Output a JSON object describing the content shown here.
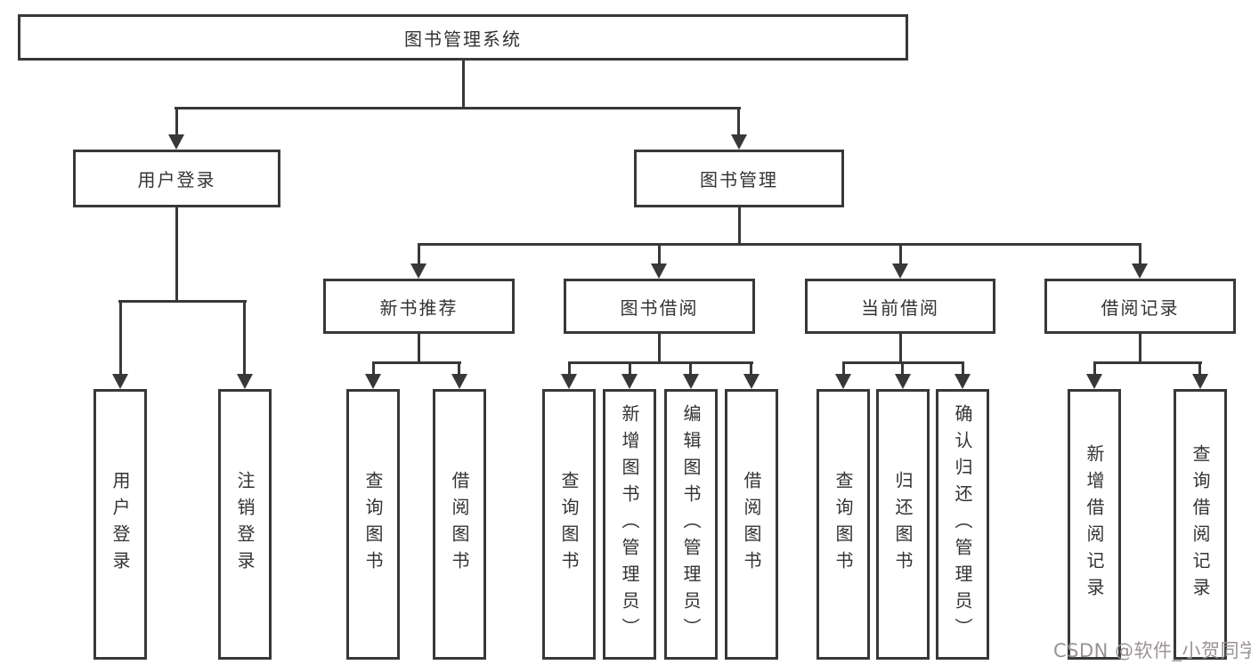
{
  "tree": {
    "root": {
      "label": "图书管理系统"
    },
    "level2": [
      {
        "label": "用户登录"
      },
      {
        "label": "图书管理"
      }
    ],
    "level3": [
      {
        "label": "新书推荐"
      },
      {
        "label": "图书借阅"
      },
      {
        "label": "当前借阅"
      },
      {
        "label": "借阅记录"
      }
    ],
    "leaves": {
      "login": [
        {
          "label": "用户登录"
        },
        {
          "label": "注销登录"
        }
      ],
      "recommend": [
        {
          "label": "查询图书"
        },
        {
          "label": "借阅图书"
        }
      ],
      "borrow": [
        {
          "label": "查询图书"
        },
        {
          "label": "新增图书（管理员）"
        },
        {
          "label": "编辑图书（管理员）"
        },
        {
          "label": "借阅图书"
        }
      ],
      "current": [
        {
          "label": "查询图书"
        },
        {
          "label": "归还图书"
        },
        {
          "label": "确认归还（管理员）"
        }
      ],
      "records": [
        {
          "label": "新增借阅记录"
        },
        {
          "label": "查询借阅记录"
        }
      ]
    }
  },
  "watermark": {
    "text": "CSDN @软件_小贺同学"
  },
  "colors": {
    "line": "#383838",
    "text": "#333333",
    "watermark": "#9b9393",
    "background": "#ffffff"
  }
}
